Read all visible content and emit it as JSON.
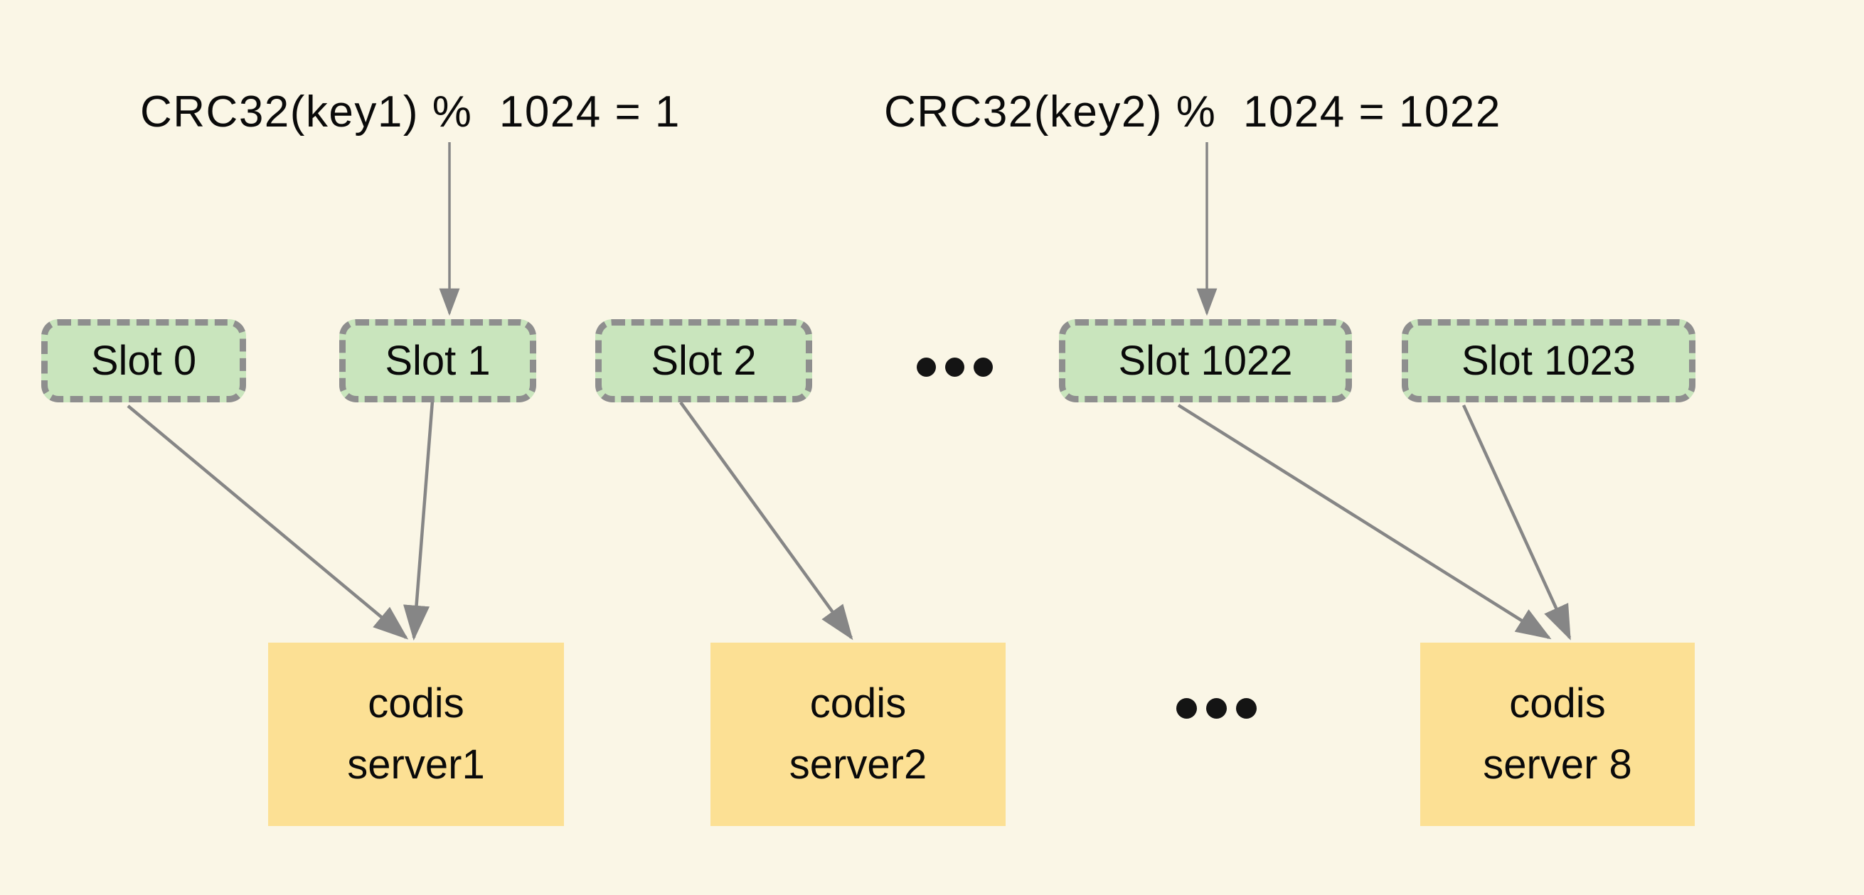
{
  "diagram": {
    "background_color": "#faf6e6",
    "colors": {
      "slot_fill": "#c9e5bd",
      "slot_border": "#8e8e8e",
      "server_fill": "#fce094",
      "arrow": "#868686",
      "text": "#0a0a0a"
    },
    "formulas": [
      {
        "id": "crc1",
        "text": "CRC32(key1) %  1024 = 1"
      },
      {
        "id": "crc2",
        "text": "CRC32(key2) %  1024 = 1022"
      }
    ],
    "slots": [
      {
        "id": "slot-0",
        "label": "Slot 0"
      },
      {
        "id": "slot-1",
        "label": "Slot 1"
      },
      {
        "id": "slot-2",
        "label": "Slot 2"
      },
      {
        "id": "slot-1022",
        "label": "Slot 1022"
      },
      {
        "id": "slot-1023",
        "label": "Slot 1023"
      }
    ],
    "slot_row_ellipsis": "...",
    "servers": [
      {
        "id": "server-1",
        "line1": "codis",
        "line2": "server1"
      },
      {
        "id": "server-2",
        "line1": "codis",
        "line2": "server2"
      },
      {
        "id": "server-8",
        "line1": "codis",
        "line2": "server 8"
      }
    ],
    "server_row_ellipsis": "...",
    "edges": [
      {
        "from": "crc1",
        "to": "slot-1"
      },
      {
        "from": "crc2",
        "to": "slot-1022"
      },
      {
        "from": "slot-0",
        "to": "server-1"
      },
      {
        "from": "slot-1",
        "to": "server-1"
      },
      {
        "from": "slot-2",
        "to": "server-2"
      },
      {
        "from": "slot-1022",
        "to": "server-8"
      },
      {
        "from": "slot-1023",
        "to": "server-8"
      }
    ]
  }
}
